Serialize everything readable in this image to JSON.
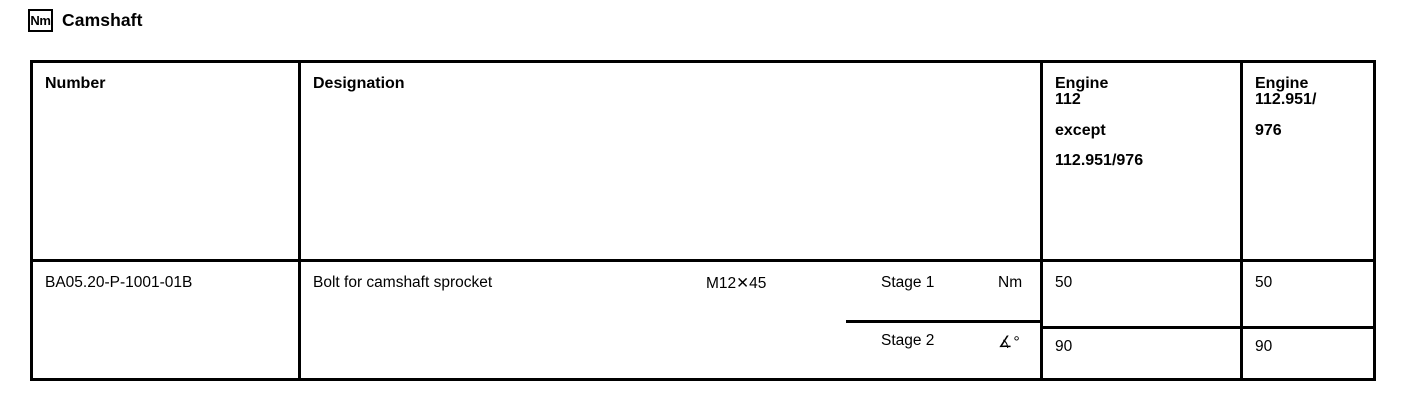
{
  "section": {
    "icon_label": "Nm",
    "icon_name": "nm-torque-icon",
    "title": "Camshaft"
  },
  "table": {
    "headers": {
      "number": "Number",
      "designation": "Designation",
      "engine_a": {
        "line1": "Engine",
        "line2": "112",
        "line3": "except",
        "line4": "112.951/976"
      },
      "engine_b": {
        "line1": "Engine",
        "line2": "112.951/",
        "line3": "976"
      }
    },
    "rows": [
      {
        "number": "BA05.20-P-1001-01B",
        "designation": "Bolt for camshaft sprocket",
        "spec": "M12✕45",
        "stages": [
          {
            "label": "Stage 1",
            "unit": "Nm",
            "engine_a": "50",
            "engine_b": "50"
          },
          {
            "label": "Stage 2",
            "unit": "∡°",
            "engine_a": "90",
            "engine_b": "90"
          }
        ]
      }
    ]
  },
  "colors": {
    "background": "#ffffff",
    "text": "#000000",
    "border": "#000000"
  }
}
